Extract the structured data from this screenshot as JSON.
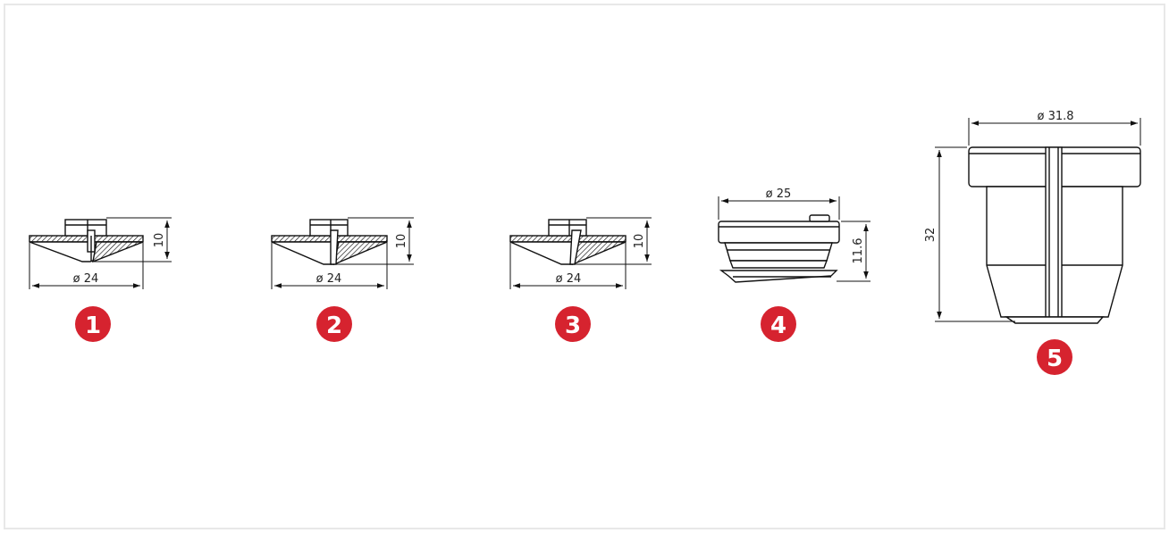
{
  "accent_color": "#d6232f",
  "parts": [
    {
      "number": "1",
      "diameter_label": "ø 24",
      "height_label": "10"
    },
    {
      "number": "2",
      "diameter_label": "ø 24",
      "height_label": "10"
    },
    {
      "number": "3",
      "diameter_label": "ø 24",
      "height_label": "10"
    },
    {
      "number": "4",
      "diameter_label": "ø 25",
      "height_label": "11.6"
    },
    {
      "number": "5",
      "diameter_label": "ø 31.8",
      "height_label": "32"
    }
  ]
}
